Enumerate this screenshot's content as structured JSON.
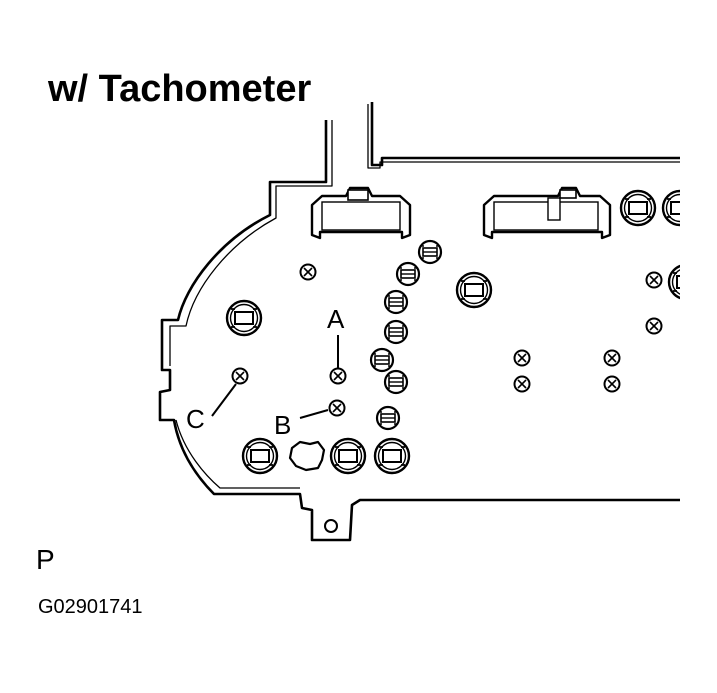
{
  "title": "w/ Tachometer",
  "side_mark": "P",
  "figure_code": "G02901741",
  "callouts": {
    "a": "A",
    "b": "B",
    "c": "C"
  }
}
